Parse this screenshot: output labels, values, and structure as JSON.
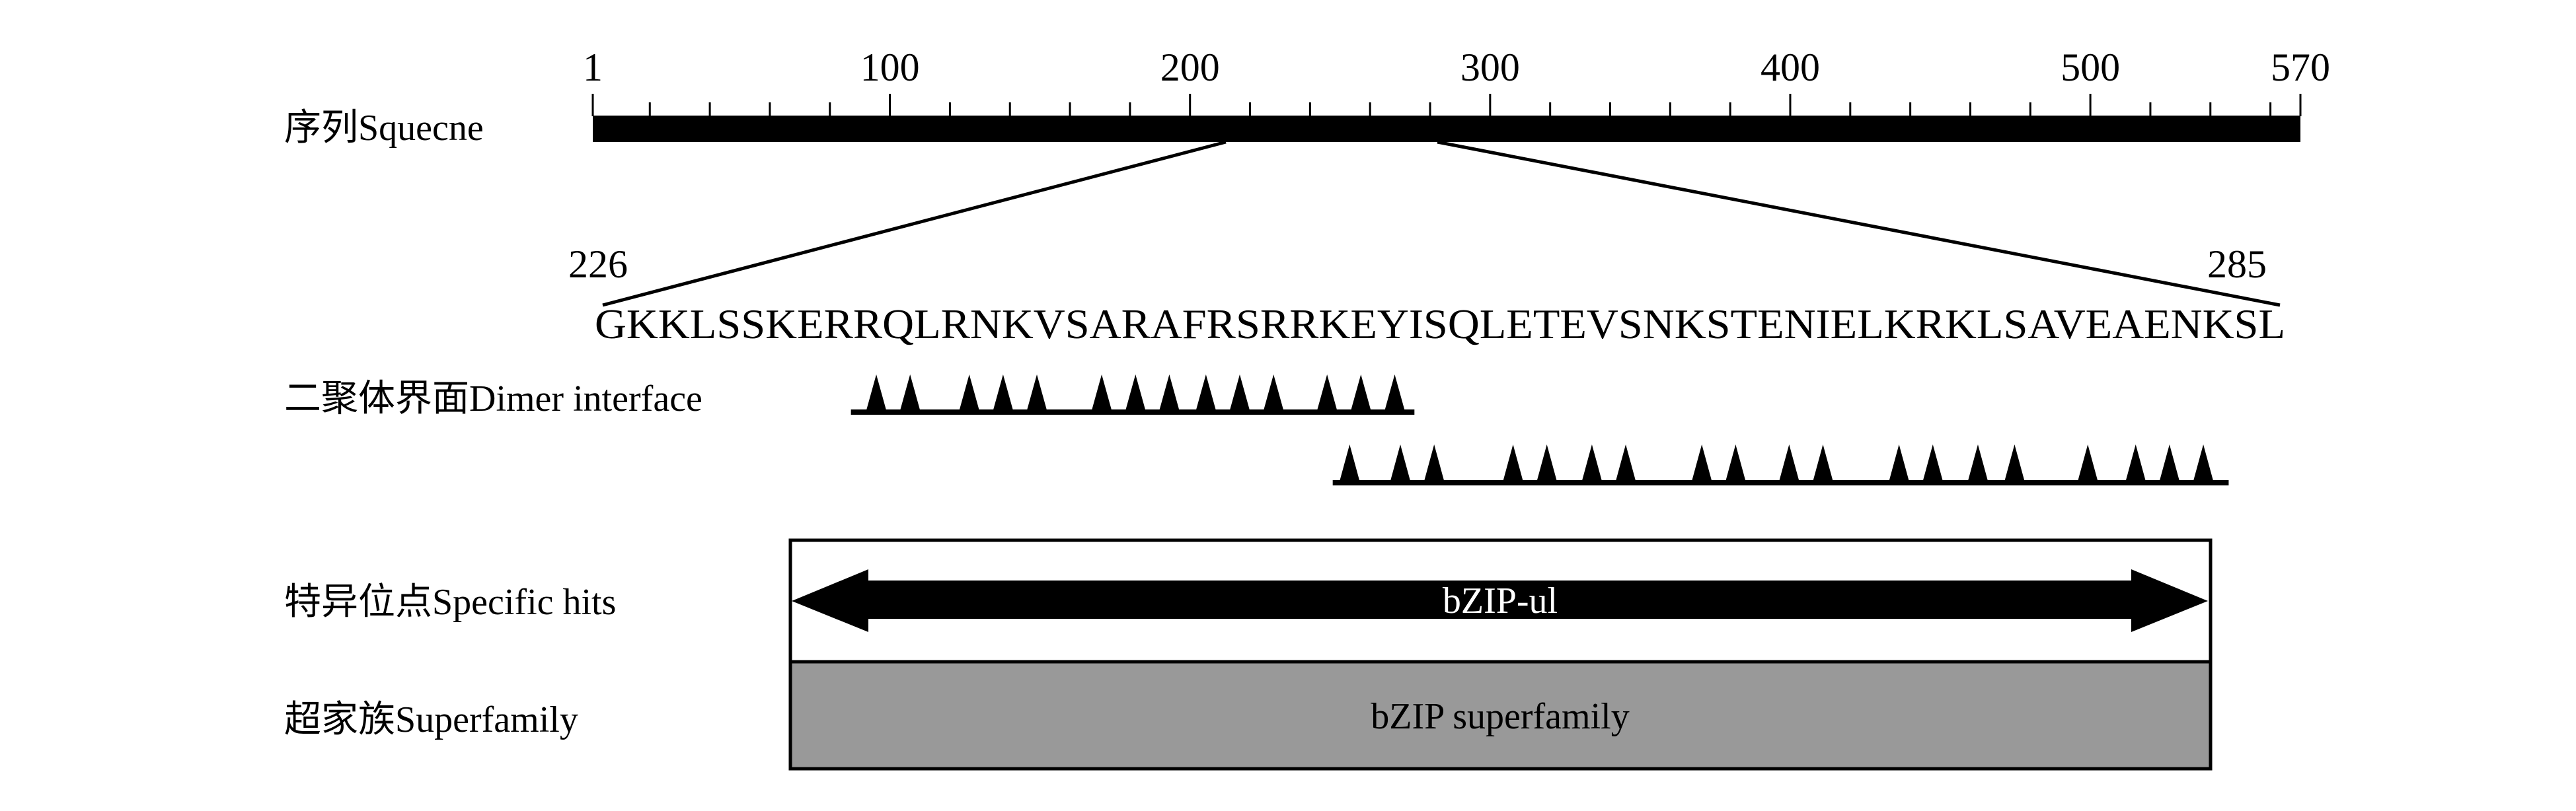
{
  "labels": {
    "sequence": "序列Squecne",
    "dimer": "二聚体界面Dimer interface",
    "specific": "特异位点Specific hits",
    "superfamily": "超家族Superfamily"
  },
  "ruler": {
    "start": 1,
    "end": 570,
    "major_ticks": [
      1,
      100,
      200,
      300,
      400,
      500,
      570
    ],
    "tick_labels": [
      "1",
      "100",
      "200",
      "300",
      "400",
      "500",
      "570"
    ],
    "minor_step": 20
  },
  "zoom_region": {
    "start": 226,
    "end": 285,
    "start_label": "226",
    "end_label": "285",
    "sequence": "GKKLSSKERRQLRNKVSARAFRSRRKEYISQLETEVSNKSTENIELKRKLSAVEAENKSL"
  },
  "dimer_interface": [
    {
      "span": [
        234.6,
        254.6
      ],
      "sites": [
        235.5,
        236.7,
        238.8,
        240.0,
        241.2,
        243.5,
        244.7,
        245.9,
        247.2,
        248.4,
        249.6,
        251.5,
        252.7,
        253.9
      ]
    },
    {
      "span": [
        251.7,
        283.5
      ],
      "sites": [
        252.3,
        254.1,
        255.3,
        258.1,
        259.3,
        260.9,
        262.1,
        264.8,
        266.0,
        267.9,
        269.1,
        271.8,
        273.0,
        274.6,
        275.9,
        278.5,
        280.2,
        281.4,
        282.6
      ]
    }
  ],
  "specific_hit": {
    "label": "bZIP-ul"
  },
  "superfamily": {
    "label": "bZIP superfamily",
    "color": "#999999"
  }
}
